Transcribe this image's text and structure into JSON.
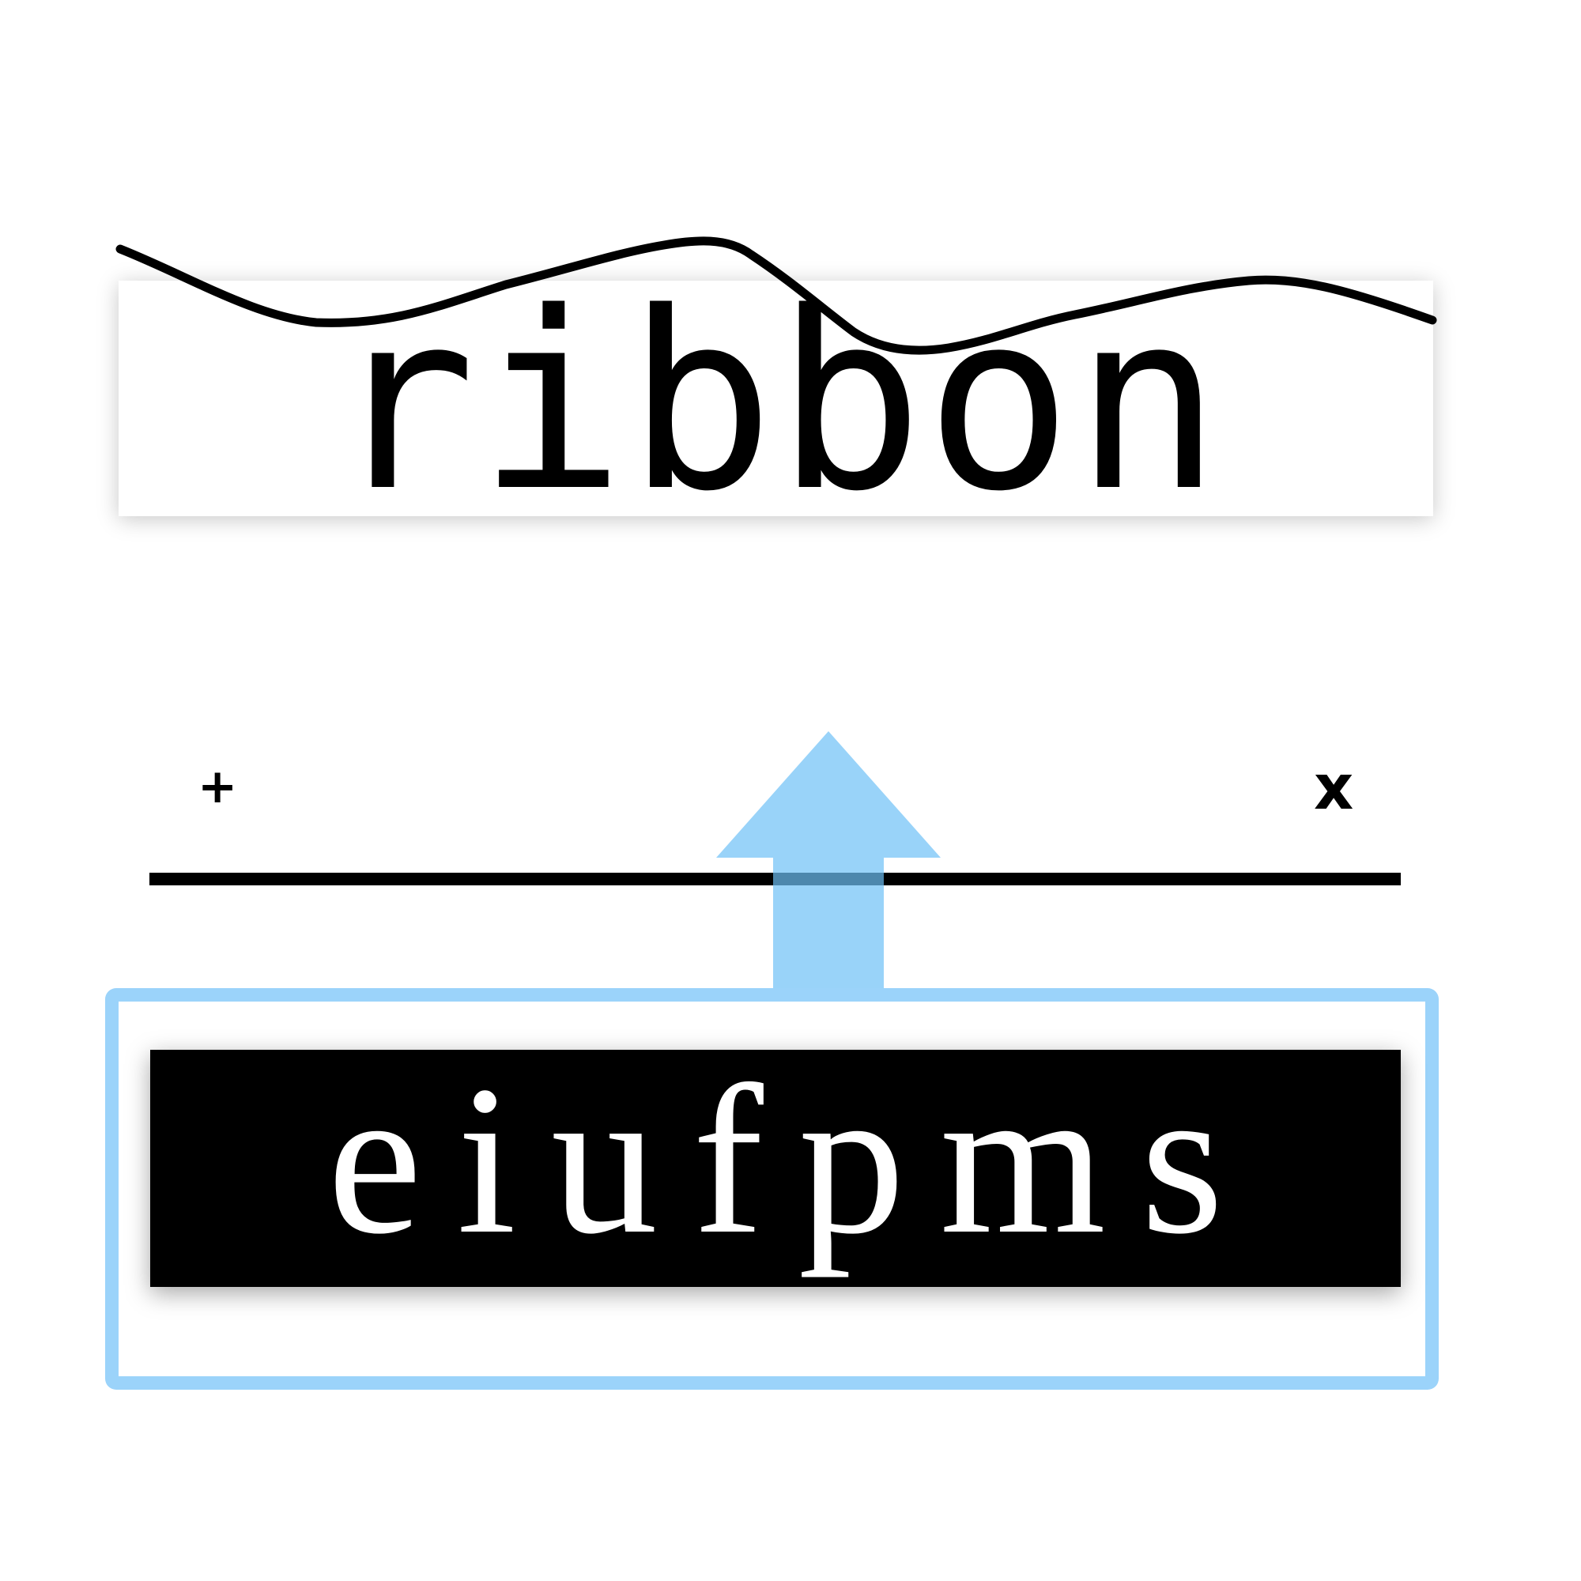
{
  "ribbon": {
    "word": "ribbon"
  },
  "toolbar": {
    "add_icon": "plus-icon",
    "add_glyph": "+",
    "close_icon": "close-icon",
    "close_glyph": "x"
  },
  "selection": {
    "label": "eiufpms"
  },
  "colors": {
    "accent": "#9bd3fa",
    "ink": "#000000",
    "background": "#ffffff"
  },
  "icons": {
    "up_arrow": "arrow-up-icon",
    "squiggle": "squiggle-line-icon"
  }
}
